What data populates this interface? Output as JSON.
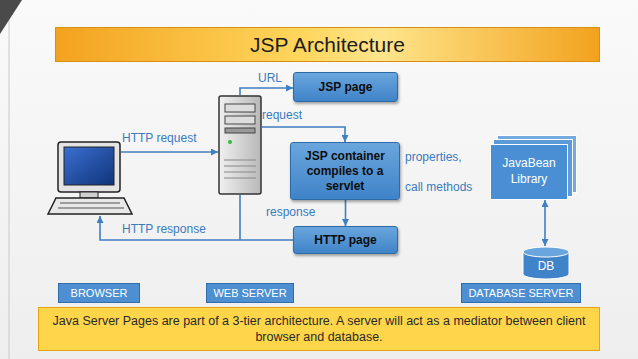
{
  "diagram": {
    "title": "JSP Architecture",
    "caption": "Java Server Pages are part of a 3-tier architecture. A server will act as a mediator between client browser and database.",
    "nodes": [
      {
        "text": [
          "JSP page"
        ]
      },
      {
        "text": [
          "JSP container compiles to a servlet"
        ]
      },
      {
        "text": [
          "JavaBean Library"
        ]
      },
      {
        "text": [
          "HTTP page"
        ]
      },
      {
        "text": [
          "DB"
        ]
      },
      {
        "text": [
          "BROWSER"
        ]
      },
      {
        "text": [
          "WEB SERVER"
        ]
      },
      {
        "text": [
          "DATABASE SERVER"
        ]
      }
    ],
    "edges": [
      {
        "from": 1,
        "to": 3,
        "arrow": "to"
      },
      {
        "from": 2,
        "to": 4,
        "arrow": "both"
      }
    ],
    "labels": [
      "URL",
      "request",
      "HTTP request",
      "properties,",
      "call methods",
      "response",
      "HTTP response"
    ]
  }
}
